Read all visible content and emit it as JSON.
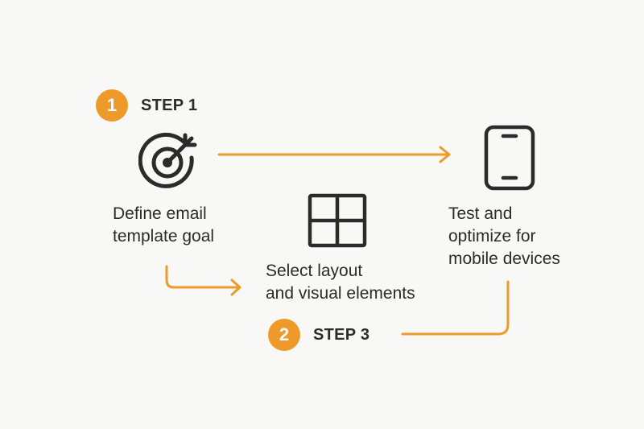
{
  "colors": {
    "accent": "#ee9a2a",
    "icon": "#2b2b2b",
    "background": "#f8f8f6"
  },
  "badges": [
    {
      "number": "1",
      "label": "STEP 1"
    },
    {
      "number": "2",
      "label": "STEP 3"
    }
  ],
  "nodes": {
    "goal": {
      "icon": "target-icon",
      "text": "Define email\ntemplate goal"
    },
    "layout": {
      "icon": "grid-layout-icon",
      "text": "Select layout\nand visual elements"
    },
    "mobile": {
      "icon": "smartphone-icon",
      "text": "Test and\noptimize for\nmobile devices"
    }
  }
}
